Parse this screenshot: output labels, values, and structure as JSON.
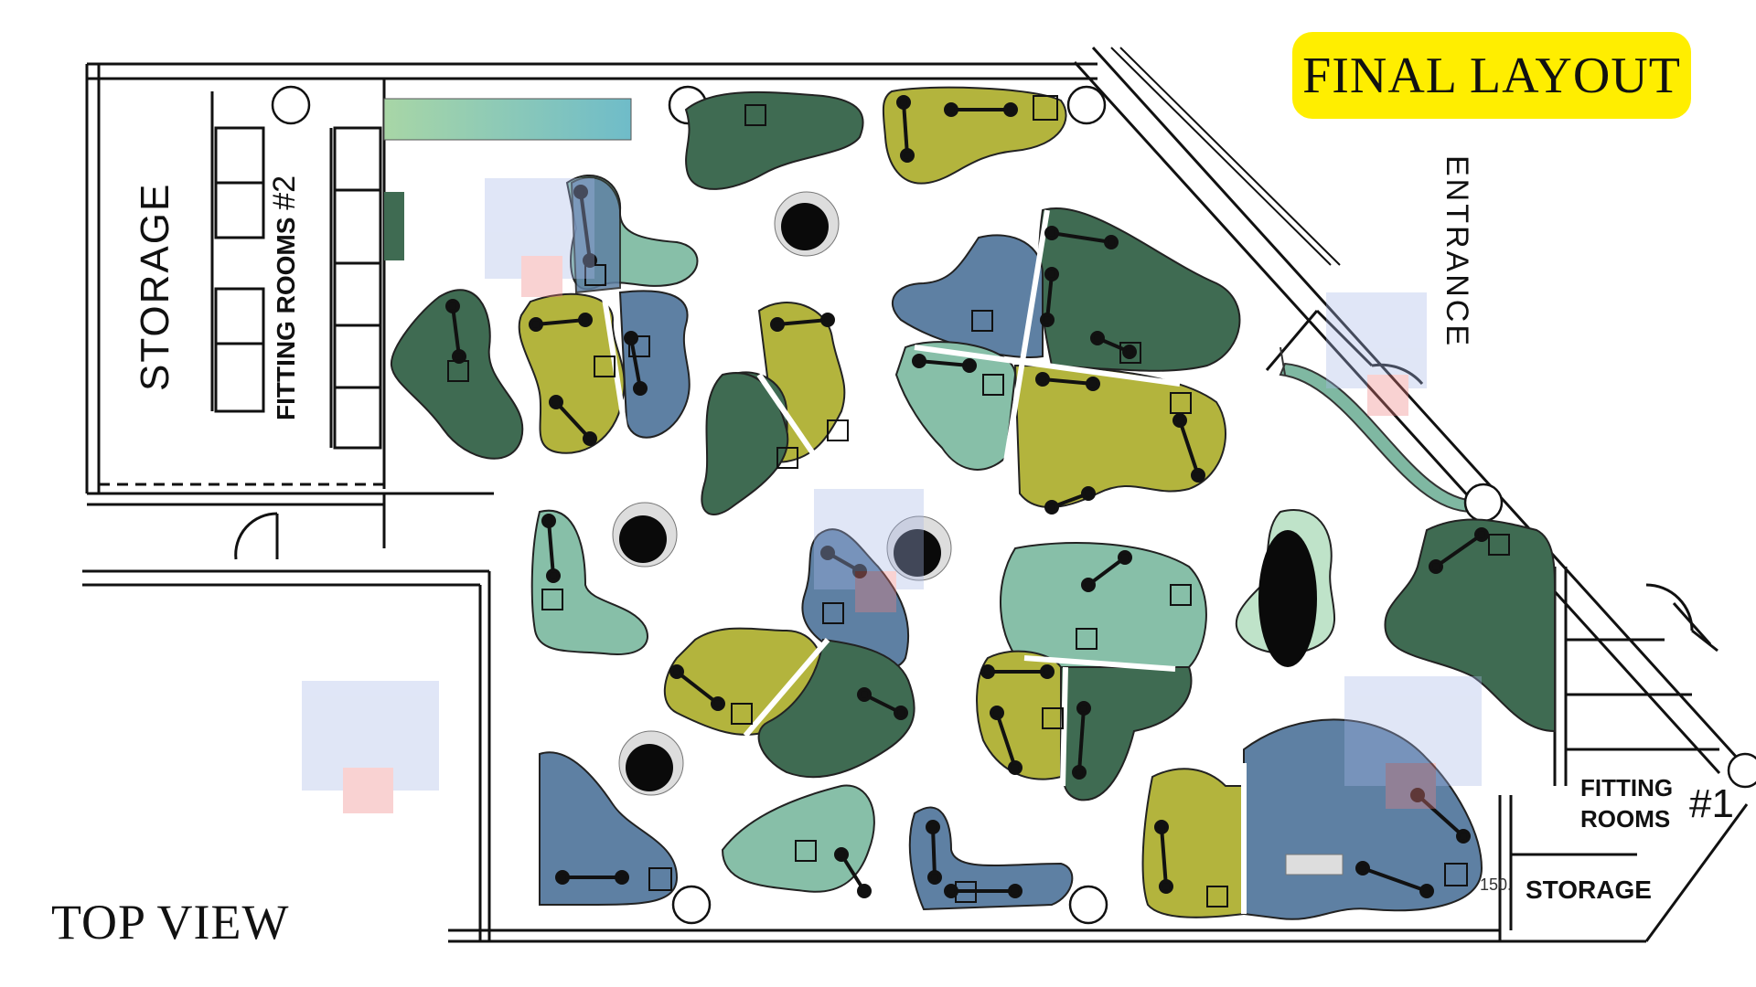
{
  "title_badge": "FINAL LAYOUT",
  "view_label": "TOP VIEW",
  "rooms": {
    "storage_left": "STORAGE",
    "fitting_rooms_2": "FITTING ROOMS",
    "fitting_rooms_2_num": "#2",
    "entrance": "ENTRANCE",
    "fitting_rooms_1": "FITTING ROOMS",
    "fitting_rooms_1_num": "#1",
    "storage_right": "STORAGE",
    "dim_mark": "150."
  },
  "colors": {
    "dark_green": "#3f6b52",
    "olive": "#b3b43d",
    "blue": "#5e80a3",
    "mint": "#87bfa8",
    "badge": "#ffee00",
    "wall": "#111111"
  }
}
